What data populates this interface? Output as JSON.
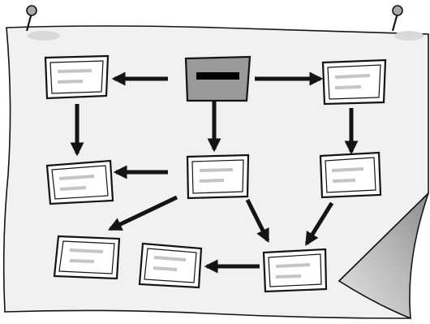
{
  "diagram": {
    "colors": {
      "paper": "#f1f1f1",
      "paper_shadow": "#d9d9d9",
      "outline": "#141414",
      "node_fill": "#ffffff",
      "root_fill": "#9a9a9a",
      "placeholder_line": "#c4c4c4",
      "root_bar": "#000000",
      "pin_head": "#a9a9a9",
      "curl_dark": "#8c8c8c",
      "curl_light": "#e4e4e4"
    },
    "icons": [
      "pushpin-icon",
      "pushpin-icon",
      "page-curl-icon"
    ],
    "nodes": [
      {
        "id": "root",
        "kind": "highlighted"
      },
      {
        "id": "top-left",
        "kind": "placeholder"
      },
      {
        "id": "top-right",
        "kind": "placeholder"
      },
      {
        "id": "mid-left",
        "kind": "placeholder"
      },
      {
        "id": "mid-center",
        "kind": "placeholder"
      },
      {
        "id": "mid-right",
        "kind": "placeholder"
      },
      {
        "id": "bottom-left",
        "kind": "placeholder"
      },
      {
        "id": "bottom-middle",
        "kind": "placeholder"
      },
      {
        "id": "bottom-right",
        "kind": "placeholder"
      }
    ],
    "edges": [
      {
        "from": "root",
        "to": "top-left"
      },
      {
        "from": "root",
        "to": "top-right"
      },
      {
        "from": "root",
        "to": "mid-center"
      },
      {
        "from": "top-left",
        "to": "mid-left"
      },
      {
        "from": "top-right",
        "to": "mid-right"
      },
      {
        "from": "mid-center",
        "to": "mid-left"
      },
      {
        "from": "mid-center",
        "to": "bottom-left"
      },
      {
        "from": "mid-center",
        "to": "bottom-right"
      },
      {
        "from": "mid-right",
        "to": "bottom-right"
      },
      {
        "from": "bottom-right",
        "to": "bottom-middle"
      }
    ]
  }
}
